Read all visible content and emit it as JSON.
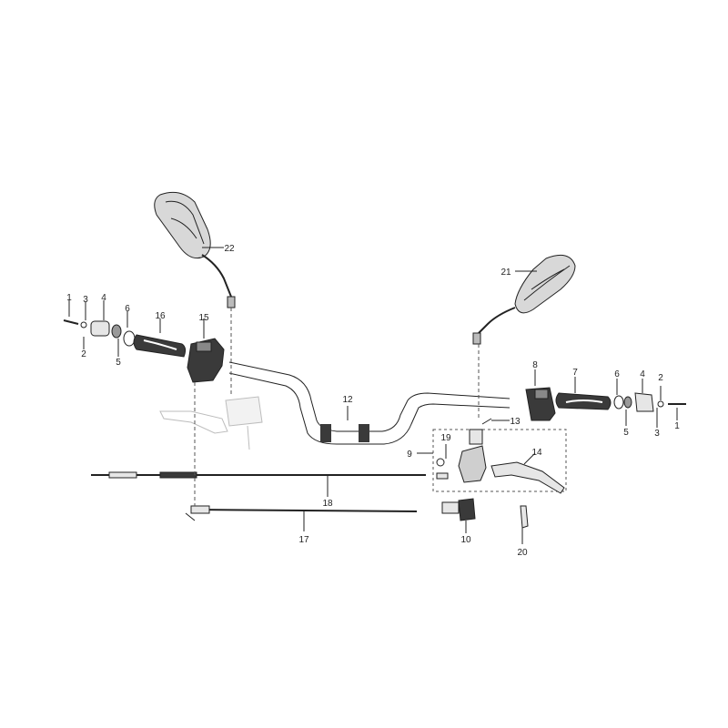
{
  "diagram": {
    "callouts": [
      {
        "id": "c1a",
        "label": "1"
      },
      {
        "id": "c2a",
        "label": "2"
      },
      {
        "id": "c3a",
        "label": "3"
      },
      {
        "id": "c4a",
        "label": "4"
      },
      {
        "id": "c5a",
        "label": "5"
      },
      {
        "id": "c6a",
        "label": "6"
      },
      {
        "id": "c16",
        "label": "16"
      },
      {
        "id": "c15",
        "label": "15"
      },
      {
        "id": "c22",
        "label": "22"
      },
      {
        "id": "c21",
        "label": "21"
      },
      {
        "id": "c8",
        "label": "8"
      },
      {
        "id": "c7",
        "label": "7"
      },
      {
        "id": "c6b",
        "label": "6"
      },
      {
        "id": "c4b",
        "label": "4"
      },
      {
        "id": "c2b",
        "label": "2"
      },
      {
        "id": "c5b",
        "label": "5"
      },
      {
        "id": "c3b",
        "label": "3"
      },
      {
        "id": "c1b",
        "label": "1"
      },
      {
        "id": "c12",
        "label": "12"
      },
      {
        "id": "c13",
        "label": "13"
      },
      {
        "id": "c19",
        "label": "19"
      },
      {
        "id": "c9",
        "label": "9"
      },
      {
        "id": "c14",
        "label": "14"
      },
      {
        "id": "c18",
        "label": "18"
      },
      {
        "id": "c17",
        "label": "17"
      },
      {
        "id": "c10",
        "label": "10"
      },
      {
        "id": "c20",
        "label": "20"
      }
    ]
  },
  "colors": {
    "line": "#222222",
    "part_fill": "#e6e6e6",
    "part_dark": "#3a3a3a",
    "ghost": "#bdbdbd",
    "dashed": "#555555"
  }
}
